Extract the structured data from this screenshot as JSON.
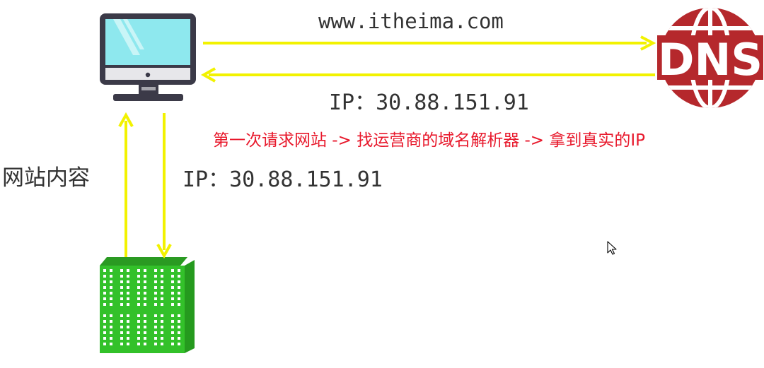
{
  "texts": {
    "domain": "www.itheima.com",
    "dns_response_ip": "IP：30.88.151.91",
    "process_note": "第一次请求网站 -> 找运营商的域名解析器 -> 拿到真实的IP",
    "server_request_ip": "IP：30.88.151.91",
    "site_content": "网站内容",
    "dns_logo": "DNS"
  },
  "colors": {
    "arrow": "#f2f200",
    "note": "#e8192c",
    "text": "#333333",
    "dns_red": "#b5282c",
    "server_green": "#33c12a",
    "monitor_frame": "#3b3a48",
    "screen": "#8ee8ee"
  },
  "icons": {
    "computer": "desktop-computer-icon",
    "dns": "dns-globe-icon",
    "server": "server-building-icon",
    "cursor": "mouse-cursor-icon"
  }
}
